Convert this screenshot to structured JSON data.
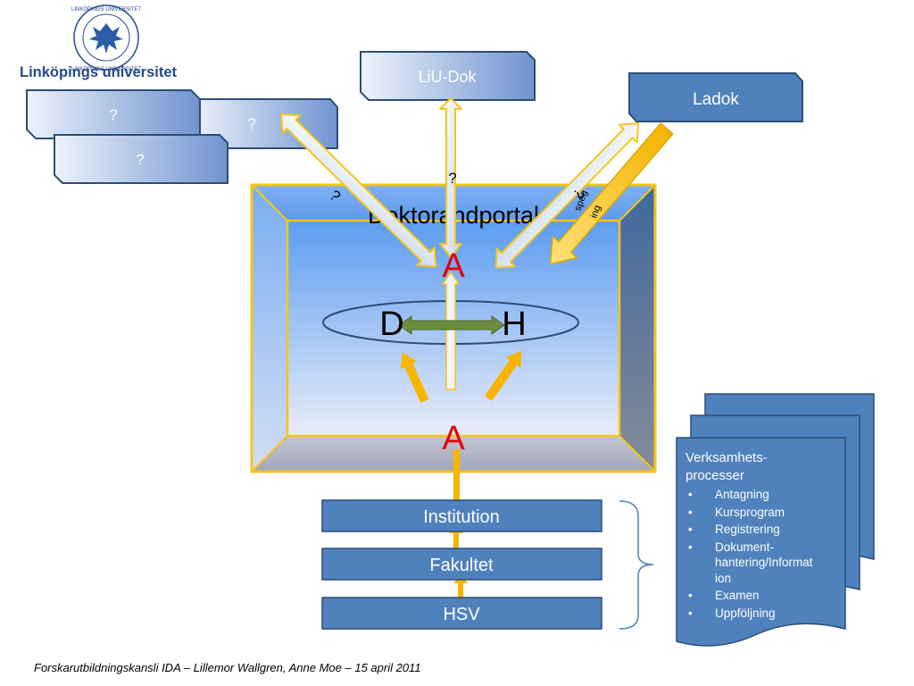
{
  "logo": {
    "seal_text": "LINKÖPINGS UNIVERSITET",
    "name": "Linköpings universitet"
  },
  "top_boxes": {
    "liu_dok": "LiU-Dok",
    "ladok": "Ladok"
  },
  "unknown_systems": [
    "?",
    "?",
    "?"
  ],
  "portal": {
    "title": "Doktorandportal",
    "a_top": "A",
    "a_bottom": "A",
    "d": "D",
    "h": "H"
  },
  "arrow_labels": {
    "left": "?",
    "center": "?",
    "right": "?",
    "speg_1": "speg",
    "speg_2": "ing"
  },
  "stack": [
    "Institution",
    "Fakultet",
    "HSV"
  ],
  "processes": {
    "title_line1": "Verksamhets-",
    "title_line2": "processer",
    "items": [
      "Antagning",
      "Kursprogram",
      "Registrering",
      "Dokument-hantering/Information",
      "Examen",
      "Uppföljning"
    ],
    "item4_line1": "Dokument-",
    "item4_line2": "hantering/Informat",
    "item4_line3": "ion"
  },
  "footer": "Forskarutbildningskansli IDA – Lillemor Wallgren, Anne Moe – 15 april 2011",
  "colors": {
    "box_blue": "#4f81bd",
    "box_border": "#2c4d75",
    "arrow_yellow": "#f5c518",
    "arrow_orange": "#f7b500",
    "accent_red": "#e00000",
    "link_green": "#6b8e3d"
  }
}
